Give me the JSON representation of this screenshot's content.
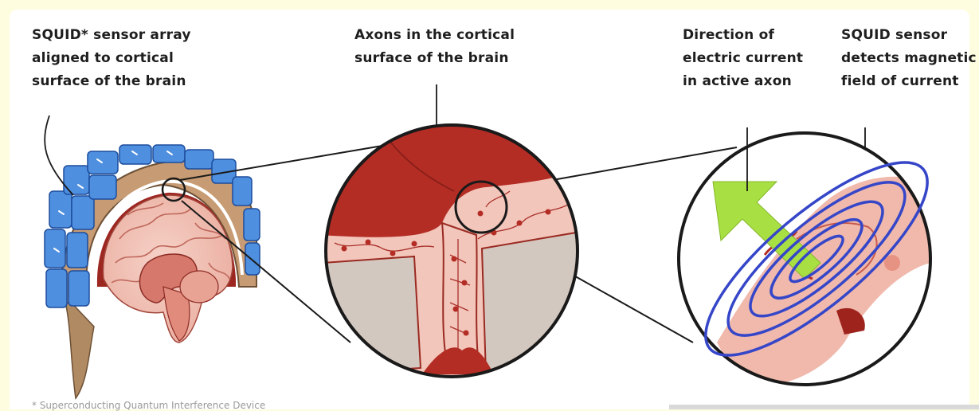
{
  "labels": {
    "squid_array": "SQUID* sensor array\naligned to cortical\nsurface of the brain",
    "axons": "Axons in the cortical\nsurface of the brain",
    "current_direction": "Direction of\nelectric current\nin active axon",
    "squid_detects": "SQUID sensor\ndetects magnetic\nfield of current"
  },
  "footnote": "* Superconducting Quantum Interference Device",
  "colors": {
    "background": "#fffde0",
    "sensor_blue": "#4f8fe0",
    "brain_pink": "#f3c6bb",
    "cortex_dark_red": "#b42d25",
    "tissue_gray": "#d3c8bf",
    "current_arrow_green": "#a8e044",
    "field_lines_blue": "#3546c8"
  },
  "icons": [
    "brain-illustration",
    "magnified-axons",
    "magnetic-field-rings",
    "current-arrow"
  ]
}
